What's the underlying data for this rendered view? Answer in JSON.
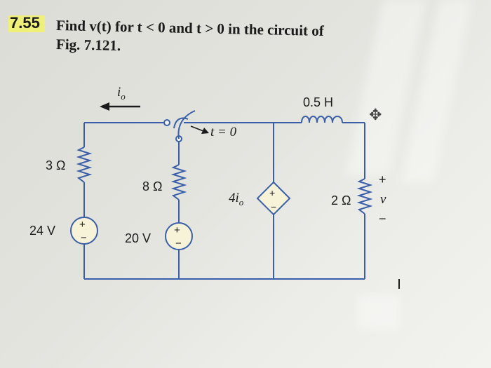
{
  "problem": {
    "number": "7.55",
    "line1": "Find v(t) for t < 0 and t > 0 in the circuit of",
    "line2": "Fig. 7.121."
  },
  "circuit": {
    "current_label": "i",
    "current_subscript": "o",
    "switch_label": "t = 0",
    "inductor_label": "0.5 H",
    "r1_label": "3 Ω",
    "r2_label": "8 Ω",
    "r3_label": "2 Ω",
    "source1_label": "24 V",
    "source2_label": "20 V",
    "dependent_source_label": "4i",
    "dependent_source_subscript": "o",
    "output_plus": "+",
    "output_minus": "−",
    "output_label": "v"
  },
  "icons": {
    "cursor": "move-cursor-icon"
  },
  "colors": {
    "highlight": "#eef07a",
    "wire": "#3a5fa8",
    "ink": "#1b1b1b"
  }
}
